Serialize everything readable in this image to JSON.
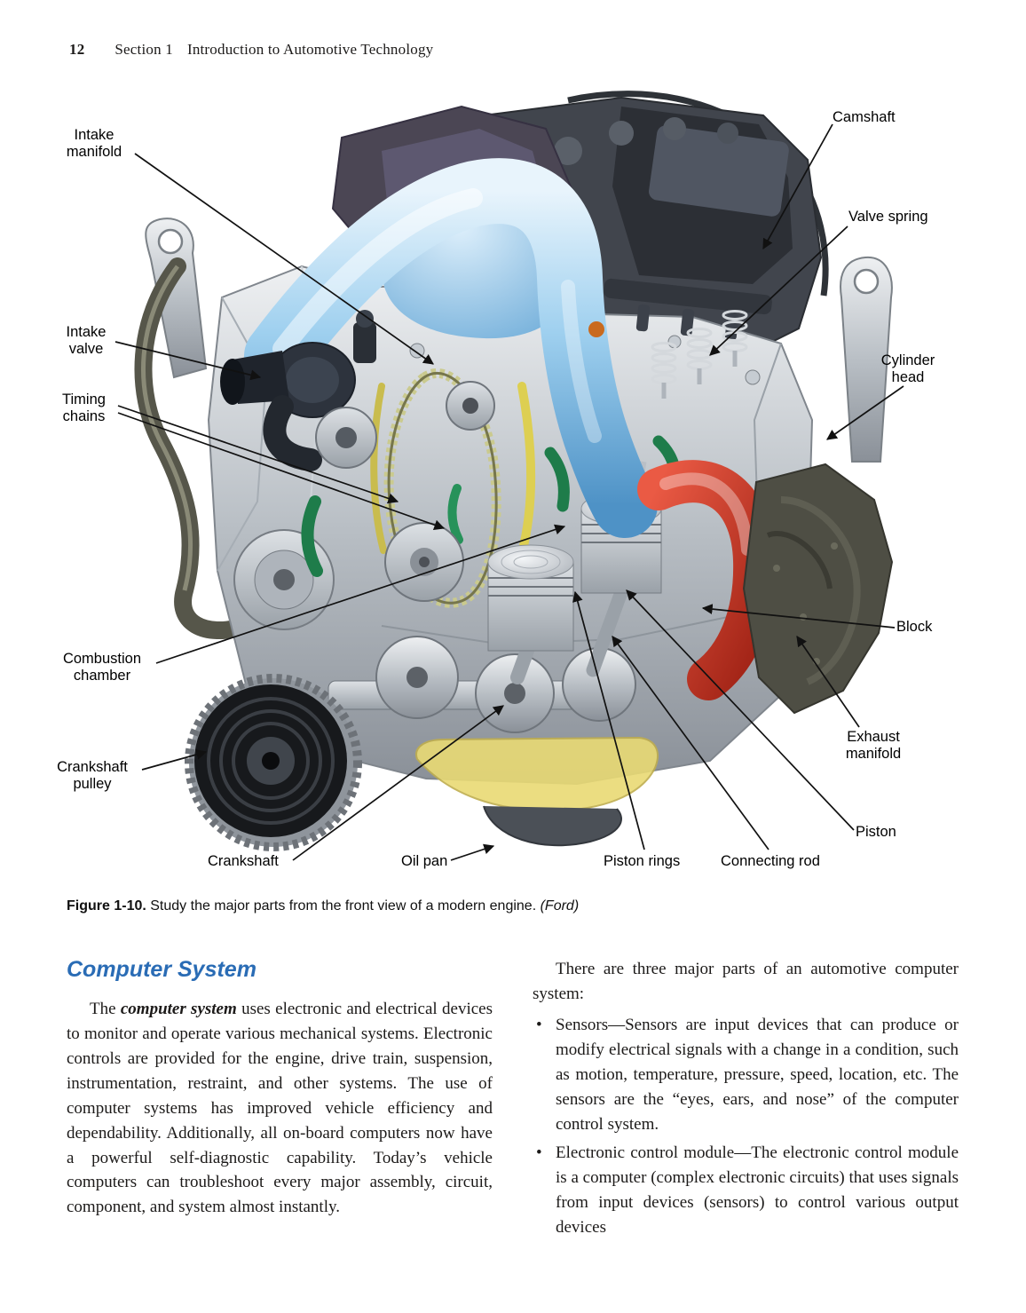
{
  "page": {
    "number": "12",
    "section": "Section 1",
    "title": "Introduction to Automotive Technology"
  },
  "figure": {
    "labels": [
      {
        "text": "Intake\nmanifold"
      },
      {
        "text": "Camshaft"
      },
      {
        "text": "Valve spring"
      },
      {
        "text": "Intake\nvalve"
      },
      {
        "text": "Timing\nchains"
      },
      {
        "text": "Cylinder\nhead"
      },
      {
        "text": "Block"
      },
      {
        "text": "Combustion\nchamber"
      },
      {
        "text": "Exhaust\nmanifold"
      },
      {
        "text": "Crankshaft\npulley"
      },
      {
        "text": "Piston"
      },
      {
        "text": "Crankshaft"
      },
      {
        "text": "Oil pan"
      },
      {
        "text": "Piston rings"
      },
      {
        "text": "Connecting rod"
      }
    ],
    "caption": {
      "label": "Figure 1-10.",
      "text": " Study the major parts from the front view of a modern engine. ",
      "credit": "(Ford)"
    }
  },
  "article": {
    "heading": "Computer System",
    "heading_color": "#2a6cb5",
    "left": {
      "p1_before": "The ",
      "p1_term": "computer system",
      "p1_after": " uses electronic and electrical devices to monitor and operate various mechanical systems. Electronic controls are provided for the engine, drive train, suspension, instrumentation, restraint, and other systems. The use of computer systems has improved vehicle efficiency and dependability. Additionally, all on-board computers now have a powerful self-diagnostic capability. Today’s vehicle computers can troubleshoot every major assembly, circuit, component, and system almost instantly."
    },
    "right": {
      "intro": "There are three major parts of an automotive computer system:",
      "bullets": [
        "Sensors—Sensors are input devices that can produce or modify electrical signals with a change in a condition, such as motion, temperature, pressure, speed, location, etc. The sensors are the “eyes, ears, and nose” of the computer control system.",
        "Electronic control module—The electronic control module is a computer (complex electronic circuits) that uses signals from input devices (sensors) to control various output devices"
      ]
    }
  }
}
